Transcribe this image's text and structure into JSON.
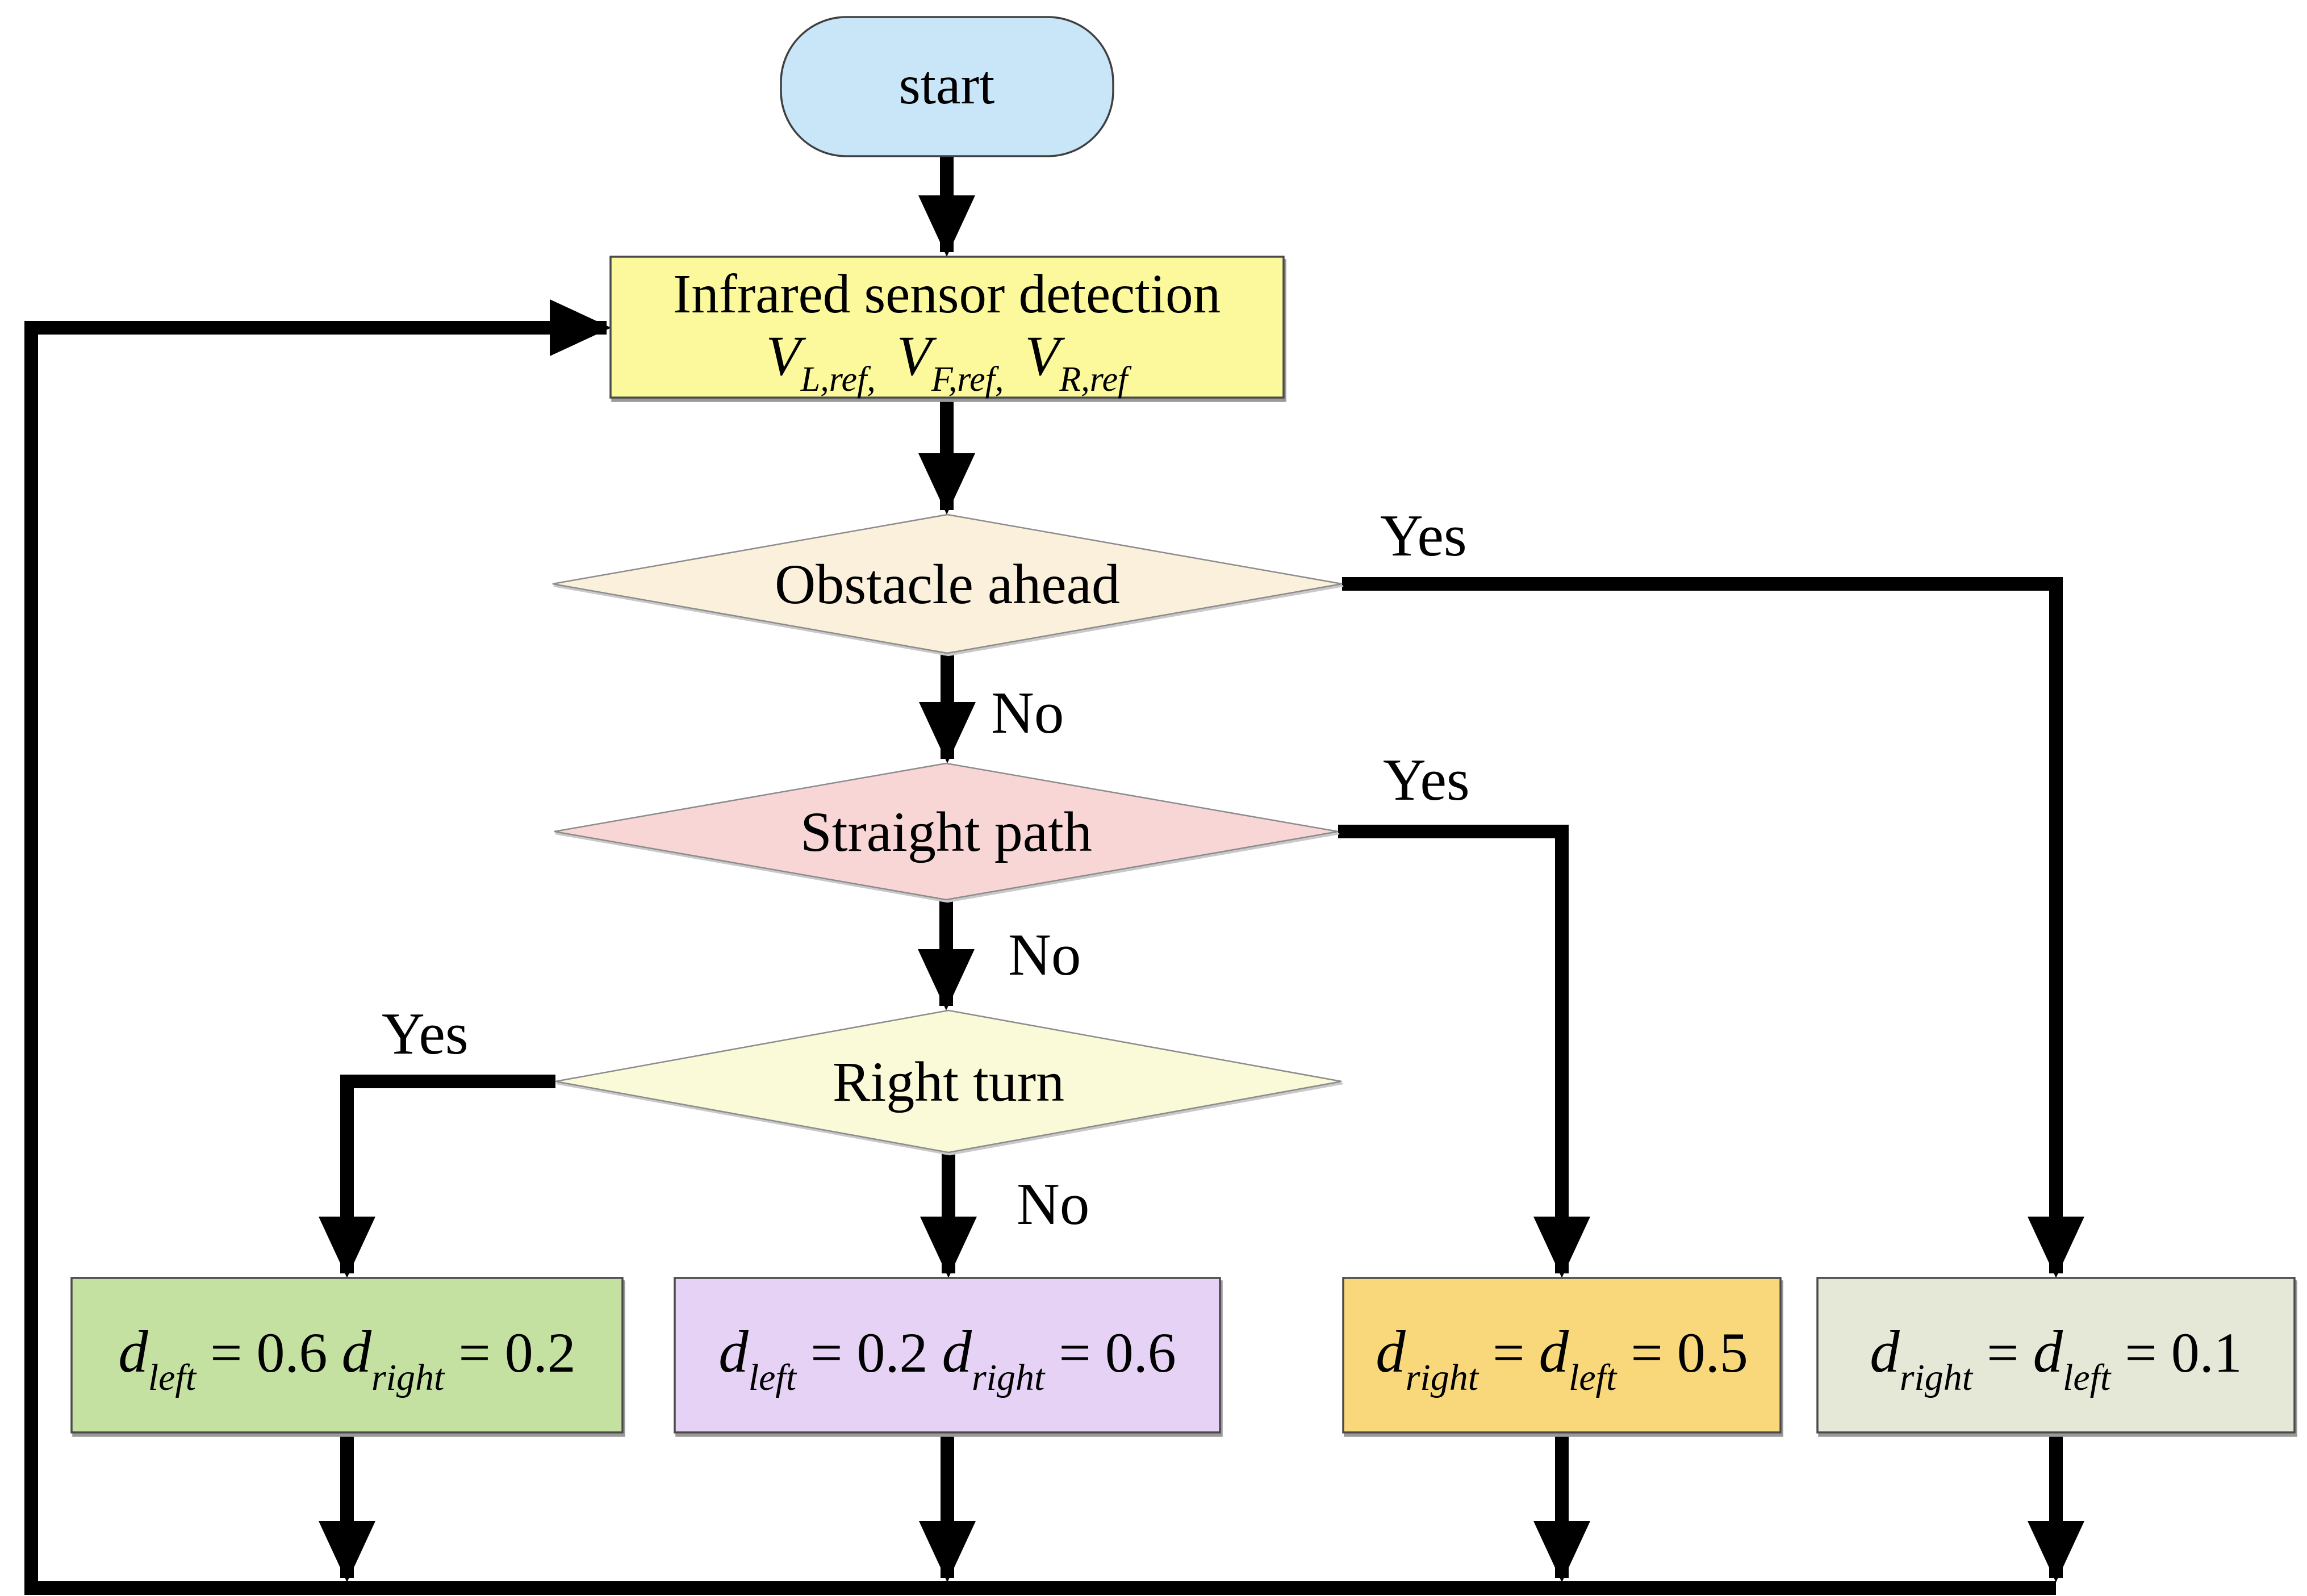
{
  "figure": {
    "type": "flowchart",
    "background": "#ffffff",
    "line_color": "#000000"
  },
  "nodes": {
    "start": {
      "label": "start",
      "fill": "#c8e6f8"
    },
    "sensor": {
      "title": "Infrared sensor detection",
      "fill": "#fbf99c",
      "formula_segments": [
        "V",
        "L,ref,",
        " ",
        "V",
        "F,ref,",
        " ",
        "V",
        "R,ref"
      ]
    },
    "obstacle": {
      "label": "Obstacle ahead",
      "fill": "#faf0db"
    },
    "straight": {
      "label": "Straight path",
      "fill": "#f9d6d6"
    },
    "right_turn": {
      "label": "Right turn",
      "fill": "#fafad8"
    }
  },
  "boxes": {
    "right_turn_yes": {
      "fill": "#c5e1a2",
      "segments": [
        "d",
        "left",
        " = 0.6 ",
        "d",
        "right",
        " = 0.2"
      ]
    },
    "right_turn_no": {
      "fill": "#e5d2f5",
      "segments": [
        "d",
        "left",
        " = 0.2 ",
        "d",
        "right",
        " = 0.6"
      ]
    },
    "straight_yes": {
      "fill": "#f8d87b",
      "segments": [
        "d",
        "right",
        " = ",
        "d",
        "left",
        " = 0.5"
      ]
    },
    "obstacle_yes": {
      "fill": "#e5e8d7",
      "segments": [
        "d",
        "right",
        " = ",
        "d",
        "left",
        " = 0.1"
      ]
    }
  },
  "edge_labels": {
    "obstacle_yes": "Yes",
    "obstacle_no": "No",
    "straight_yes": "Yes",
    "straight_no": "No",
    "right_turn_yes": "Yes",
    "right_turn_no": "No"
  }
}
